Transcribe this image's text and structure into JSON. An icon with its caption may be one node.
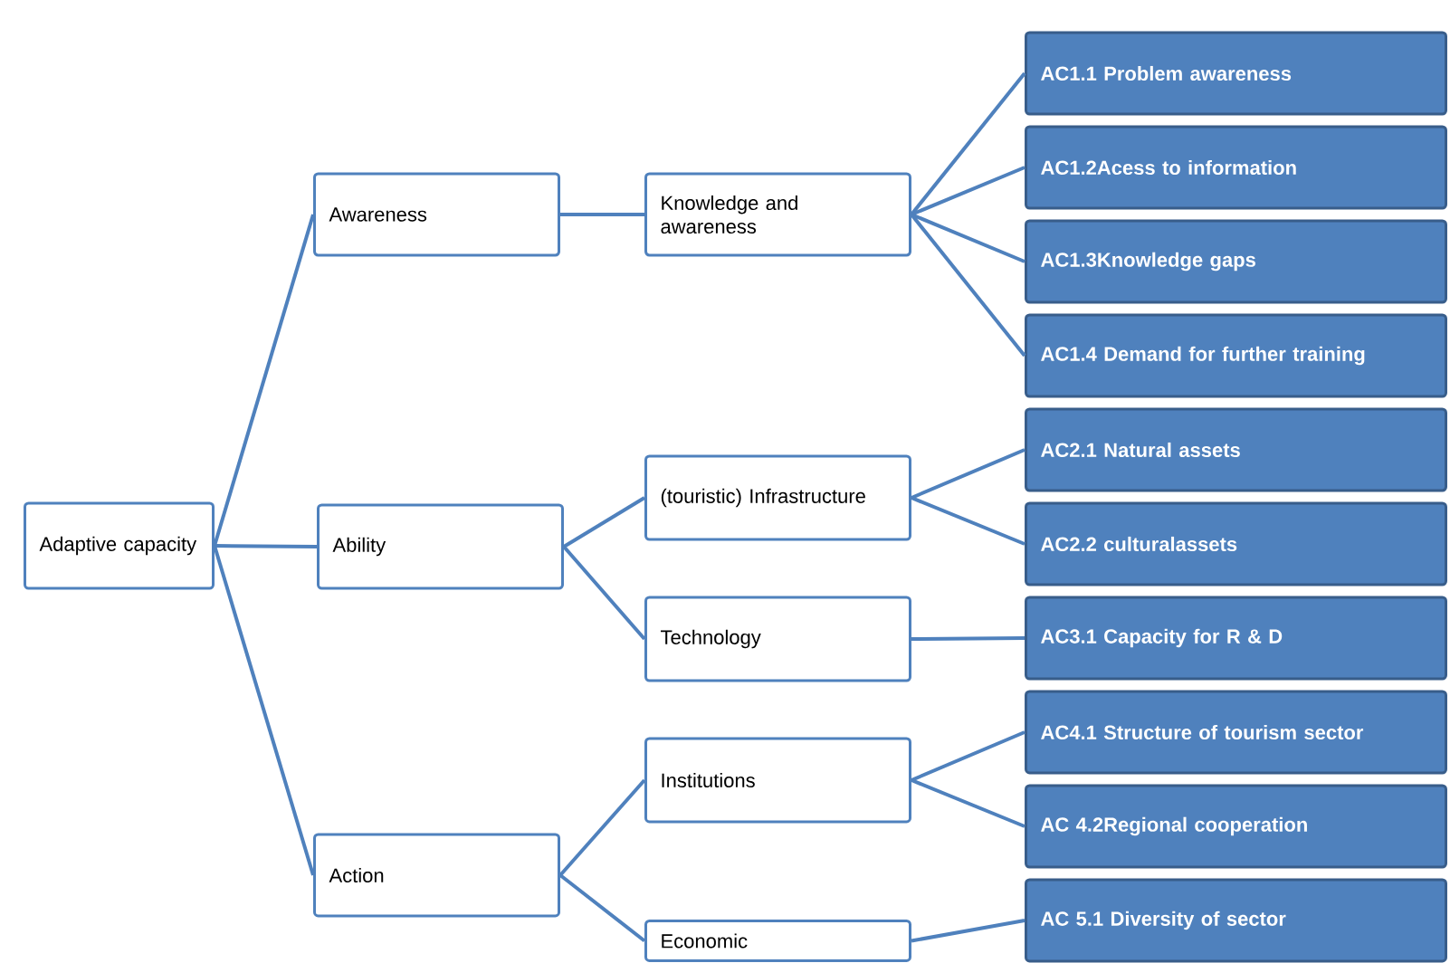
{
  "diagram": {
    "nodes": [
      {
        "text": [
          "Adaptive capacity"
        ]
      },
      {
        "text": [
          "Awareness"
        ]
      },
      {
        "text": [
          "Ability"
        ]
      },
      {
        "text": [
          "Action"
        ]
      },
      {
        "text": [
          "Knowledge and awareness"
        ]
      },
      {
        "text": [
          "(touristic) Infrastructure"
        ]
      },
      {
        "text": [
          "Technology"
        ]
      },
      {
        "text": [
          "Institutions"
        ]
      },
      {
        "text": [
          "Economic"
        ]
      },
      {
        "text": [
          "AC1.1 Problem awareness"
        ]
      },
      {
        "text": [
          "AC1.2Acess to information"
        ]
      },
      {
        "text": [
          "AC1.3Knowledge gaps"
        ]
      },
      {
        "text": [
          "AC1.4 Demand for further training"
        ]
      },
      {
        "text": [
          "AC2.1 Natural assets"
        ]
      },
      {
        "text": [
          "AC2.2 culturalassets"
        ]
      },
      {
        "text": [
          "AC3.1 Capacity for R & D"
        ]
      },
      {
        "text": [
          "AC4.1 Structure of tourism sector"
        ]
      },
      {
        "text": [
          "AC 4.2Regional cooperation"
        ]
      },
      {
        "text": [
          "AC 5.1 Diversity of sector"
        ]
      }
    ],
    "edges": [
      {
        "from": 0,
        "to": 1,
        "arrow": "none"
      },
      {
        "from": 0,
        "to": 2,
        "arrow": "none"
      },
      {
        "from": 0,
        "to": 3,
        "arrow": "none"
      },
      {
        "from": 1,
        "to": 4,
        "arrow": "none"
      },
      {
        "from": 2,
        "to": 5,
        "arrow": "none"
      },
      {
        "from": 2,
        "to": 6,
        "arrow": "none"
      },
      {
        "from": 3,
        "to": 7,
        "arrow": "none"
      },
      {
        "from": 3,
        "to": 8,
        "arrow": "none"
      },
      {
        "from": 4,
        "to": 9,
        "arrow": "none"
      },
      {
        "from": 4,
        "to": 10,
        "arrow": "none"
      },
      {
        "from": 4,
        "to": 11,
        "arrow": "none"
      },
      {
        "from": 4,
        "to": 12,
        "arrow": "none"
      },
      {
        "from": 5,
        "to": 13,
        "arrow": "none"
      },
      {
        "from": 5,
        "to": 14,
        "arrow": "none"
      },
      {
        "from": 6,
        "to": 15,
        "arrow": "none"
      },
      {
        "from": 7,
        "to": 16,
        "arrow": "none"
      },
      {
        "from": 7,
        "to": 17,
        "arrow": "none"
      },
      {
        "from": 8,
        "to": 18,
        "arrow": "none"
      }
    ]
  }
}
